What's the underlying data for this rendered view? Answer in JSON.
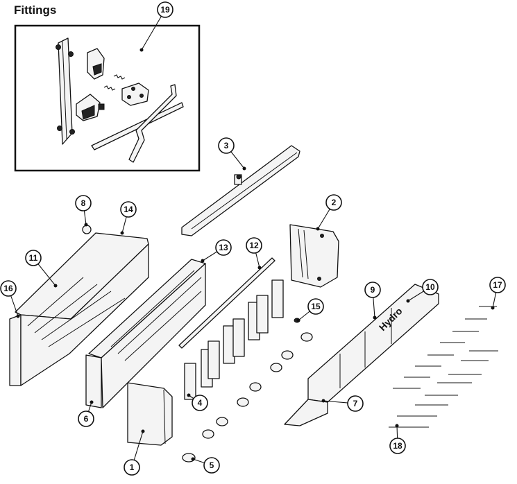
{
  "title": "Fittings",
  "callouts": [
    {
      "num": "19"
    },
    {
      "num": "3"
    },
    {
      "num": "8"
    },
    {
      "num": "14"
    },
    {
      "num": "2"
    },
    {
      "num": "11"
    },
    {
      "num": "13"
    },
    {
      "num": "12"
    },
    {
      "num": "16"
    },
    {
      "num": "9"
    },
    {
      "num": "10"
    },
    {
      "num": "17"
    },
    {
      "num": "15"
    },
    {
      "num": "4"
    },
    {
      "num": "7"
    },
    {
      "num": "6"
    },
    {
      "num": "1"
    },
    {
      "num": "5"
    },
    {
      "num": "18"
    }
  ],
  "logo_text": "Hydro"
}
